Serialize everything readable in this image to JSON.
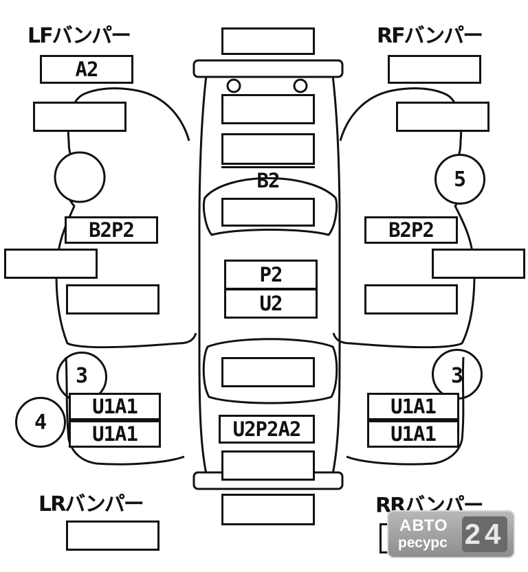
{
  "labels": {
    "lf_bumper": "LFバンパー",
    "rf_bumper": "RFバンパー",
    "lr_bumper": "LRバンパー",
    "rr_bumper": "RRバンパー"
  },
  "codes": {
    "lf_bumper_code": "A2",
    "left_door_code": "B2P2",
    "right_door_code": "B2P2",
    "hood_code": "B2",
    "roof_code_upper": "P2",
    "roof_code_lower": "U2",
    "left_rear_upper": "U1A1",
    "left_rear_lower": "U1A1",
    "right_rear_upper": "U1A1",
    "right_rear_lower": "U1A1",
    "trunk_code": "U2P2A2"
  },
  "markers": {
    "right_front_wheel": "5",
    "left_rear_wheel": "3",
    "right_rear_wheel": "3",
    "left_rear_callout": "4"
  },
  "watermark": {
    "line1": "АВТО",
    "line2": "ресурс",
    "number": "24"
  }
}
